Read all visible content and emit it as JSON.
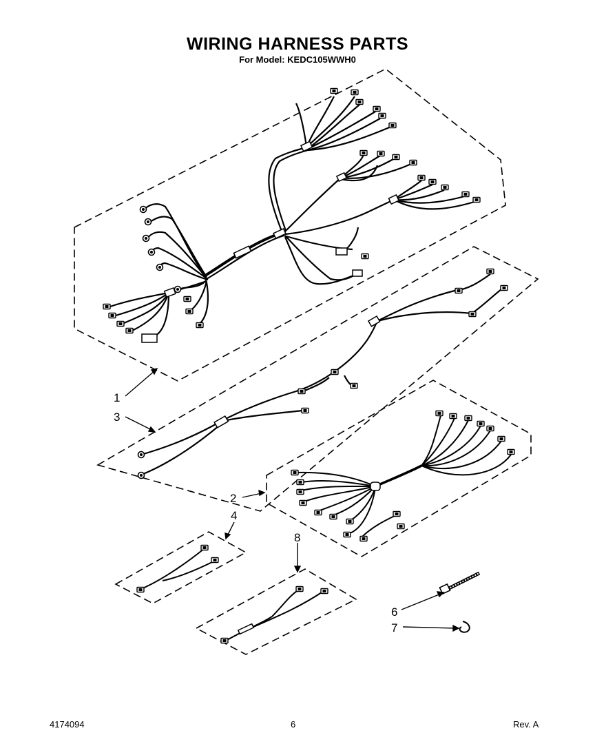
{
  "header": {
    "title": "WIRING HARNESS PARTS",
    "subtitle": "For Model: KEDC105WWH0"
  },
  "callouts": [
    "1",
    "3",
    "2",
    "4",
    "8",
    "6",
    "7"
  ],
  "footer": {
    "part_number": "4174094",
    "page": "6",
    "revision": "Rev. A"
  }
}
